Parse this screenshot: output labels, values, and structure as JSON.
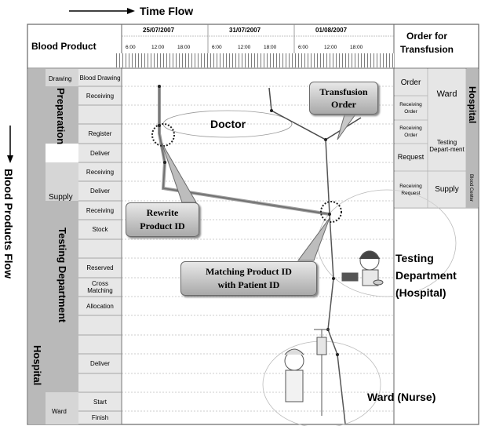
{
  "header": {
    "time_flow": "Time Flow",
    "blood_product": "Blood Product",
    "dates": [
      "25/07/2007",
      "31/07/2007",
      "01/08/2007"
    ],
    "hours": [
      "6:00",
      "12:00",
      "18:00"
    ],
    "order_for_transfusion": "Order for\nTransfusion"
  },
  "left_axis": {
    "blood_products_flow": "Blood Products Flow",
    "preparation": "Preparation",
    "supply": "Supply",
    "testing_department": "Testing Department",
    "hospital": "Hospital",
    "ward": "Ward",
    "drawing": "Drawing"
  },
  "rows": [
    "Blood Drawing",
    "Receiving",
    "Register",
    "Deliver",
    "Receiving",
    "Deliver",
    "Receiving",
    "Stock",
    "Reserved",
    "Cross Matching",
    "Allocation",
    "Deliver",
    "Start",
    "Finish"
  ],
  "right_table": {
    "order": "Order",
    "receiving_order": "Receiving Order",
    "receiving_order2": "Receiving Order",
    "request": "Request",
    "receiving_request": "Receiving Request",
    "ward": "Ward",
    "testing_department": "Testing Depart-ment",
    "supply": "Supply",
    "hospital": "Hospital",
    "blood_center": "Blood Center"
  },
  "labels": {
    "doctor": "Doctor",
    "testing_department": "Testing\nDepartment\n(Hospital)",
    "ward_nurse": "Ward (Nurse)"
  },
  "callouts": {
    "transfusion_order": "Transfusion\nOrder",
    "rewrite_product_id": "Rewrite\nProduct ID",
    "matching": "Matching Product ID\nwith Patient ID"
  }
}
